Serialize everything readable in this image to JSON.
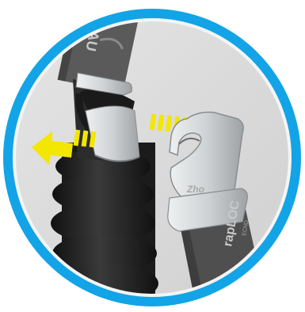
{
  "image": {
    "description_type": "product-illustration",
    "colors": {
      "ring": "#12a4e6",
      "background": "#dcdcdc",
      "strap": "#565656",
      "strap_dark": "#3a3a3a",
      "coil": "#1f1f1f",
      "metal": "#cfd2d4",
      "metal_shadow": "#9ea2a5",
      "arrow": "#f3e600"
    },
    "labels": {
      "top_strap_text": "AU",
      "bottom_strap_text": "rapLOC",
      "bottom_strap_small": "ECND",
      "hook_text": "Zho"
    }
  }
}
